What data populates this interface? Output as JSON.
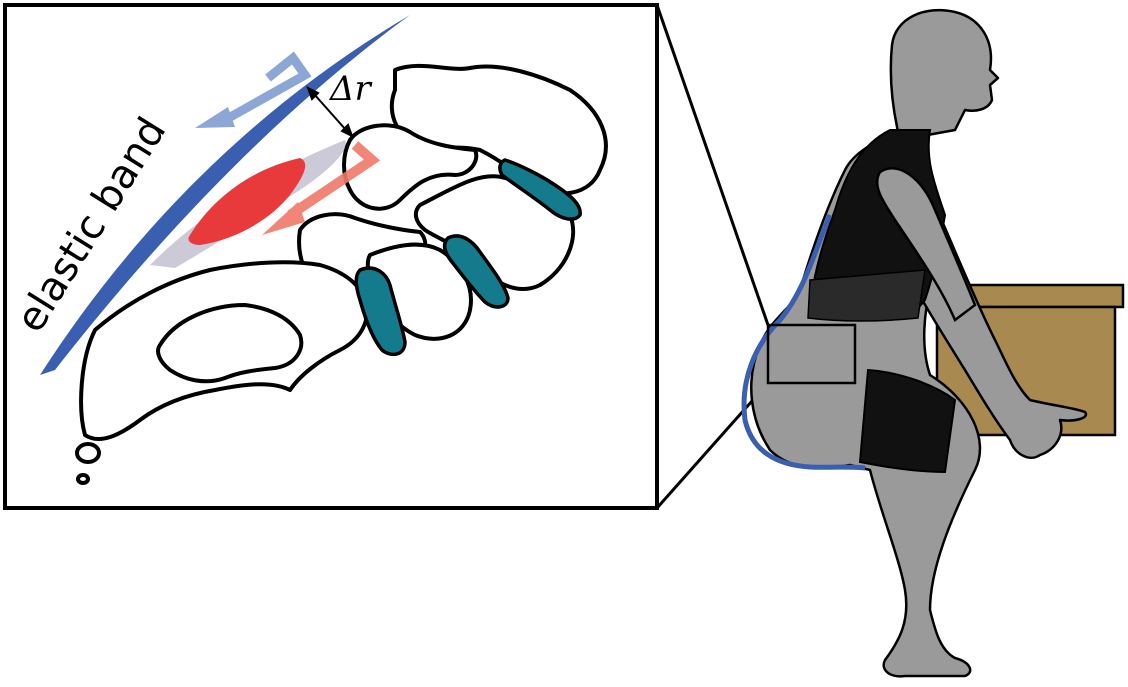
{
  "labels": {
    "elastic_band": "elastic band",
    "delta_r": "Δr"
  },
  "colors": {
    "band_blue": "#3a5fb0",
    "band_arrow_light": "#8ca6d6",
    "muscle_red": "#e83a3a",
    "muscle_arrow": "#f07a6a",
    "disc_teal": "#137b8c",
    "body_gray": "#9a9a9a",
    "vest_black": "#111111",
    "box_tan": "#a8894f"
  },
  "figure": {
    "panels": [
      "zoom-inset",
      "lifting-person"
    ]
  }
}
